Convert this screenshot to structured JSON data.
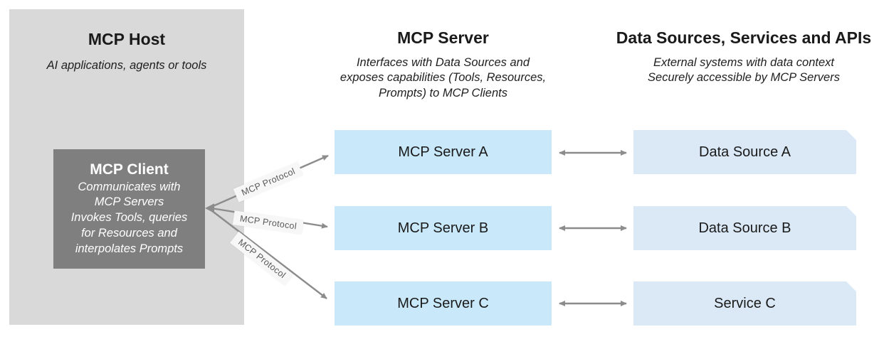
{
  "host": {
    "title": "MCP Host",
    "subtitle": "AI applications, agents or tools",
    "client": {
      "title": "MCP Client",
      "body_lines": [
        "Communicates with",
        "MCP Servers",
        "Invokes Tools, queries",
        "for Resources and",
        "interpolates Prompts"
      ]
    }
  },
  "servers": {
    "title": "MCP Server",
    "subtitle_lines": [
      "Interfaces with Data Sources and",
      "exposes capabilities (Tools, Resources,",
      "Prompts) to MCP Clients"
    ],
    "items": [
      {
        "label": "MCP Server A"
      },
      {
        "label": "MCP Server B"
      },
      {
        "label": "MCP Server C"
      }
    ]
  },
  "sources": {
    "title": "Data Sources, Services and APIs",
    "subtitle_lines": [
      "External systems with data context",
      "Securely accessible by MCP Servers"
    ],
    "items": [
      {
        "label": "Data Source A"
      },
      {
        "label": "Data Source B"
      },
      {
        "label": "Service C"
      }
    ]
  },
  "connections": {
    "protocol_label": "MCP Protocol"
  },
  "colors": {
    "host_panel": "#d9d9d9",
    "client_box": "#7f7f7f",
    "server_box": "#c9e9fa",
    "source_box": "#dbe9f7",
    "arrow": "#8c8c8c",
    "chip_bg": "#f7f7f7",
    "chip_text": "#595959"
  }
}
